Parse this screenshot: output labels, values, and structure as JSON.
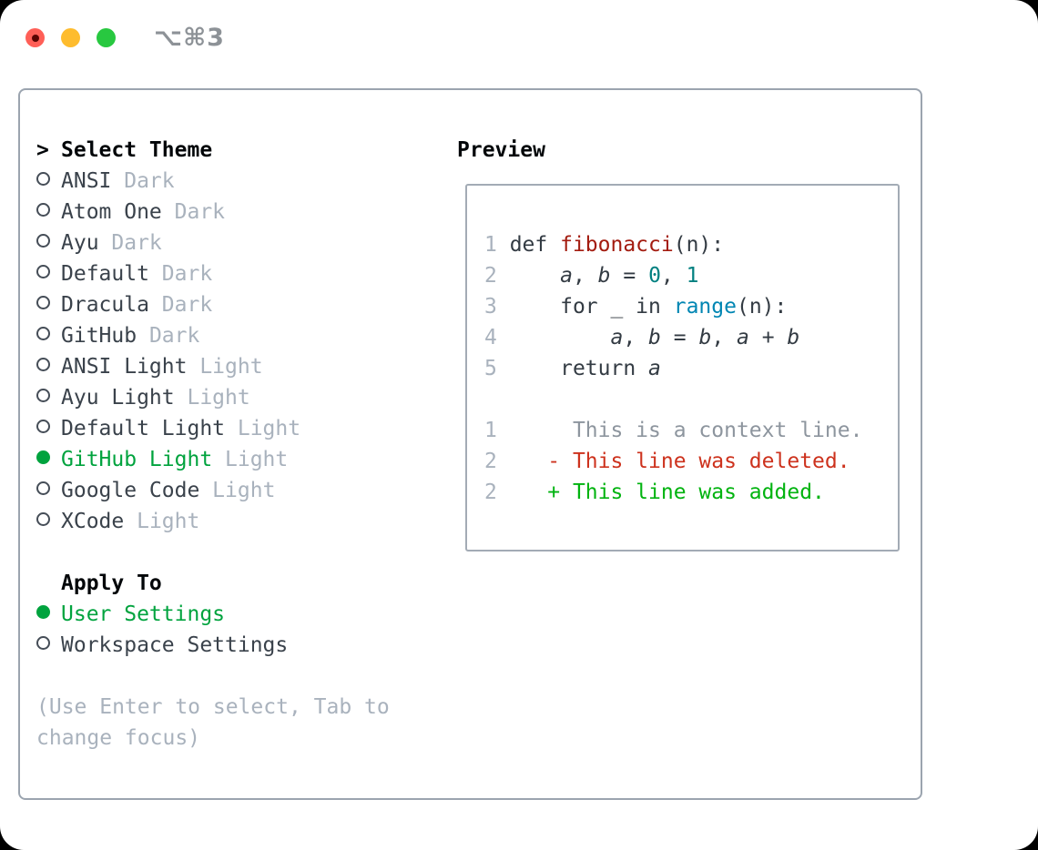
{
  "window": {
    "title": "⌥⌘3"
  },
  "theme_picker": {
    "prompt": ">",
    "header": "Select Theme",
    "items": [
      {
        "name": "ANSI",
        "variant": "Dark",
        "selected": false
      },
      {
        "name": "Atom One",
        "variant": "Dark",
        "selected": false
      },
      {
        "name": "Ayu",
        "variant": "Dark",
        "selected": false
      },
      {
        "name": "Default",
        "variant": "Dark",
        "selected": false
      },
      {
        "name": "Dracula",
        "variant": "Dark",
        "selected": false
      },
      {
        "name": "GitHub",
        "variant": "Dark",
        "selected": false
      },
      {
        "name": "ANSI Light",
        "variant": "Light",
        "selected": false
      },
      {
        "name": "Ayu Light",
        "variant": "Light",
        "selected": false
      },
      {
        "name": "Default Light",
        "variant": "Light",
        "selected": false
      },
      {
        "name": "GitHub Light",
        "variant": "Light",
        "selected": true
      },
      {
        "name": "Google Code",
        "variant": "Light",
        "selected": false
      },
      {
        "name": "XCode",
        "variant": "Light",
        "selected": false
      }
    ]
  },
  "apply_to": {
    "header": "Apply To",
    "options": [
      {
        "label": "User Settings",
        "selected": true
      },
      {
        "label": "Workspace Settings",
        "selected": false
      }
    ]
  },
  "hint_lines": [
    "(Use Enter to select, Tab to",
    "change focus)"
  ],
  "preview": {
    "title": "Preview",
    "lines": [
      {
        "kind": "code",
        "tokens": [
          [
            "ln",
            "1 "
          ],
          [
            "pl",
            "def "
          ],
          [
            "fn",
            "fibonacci"
          ],
          [
            "pl",
            "(n):"
          ]
        ]
      },
      {
        "kind": "code",
        "tokens": [
          [
            "ln",
            "2 "
          ],
          [
            "pl",
            "    "
          ],
          [
            "var",
            "a"
          ],
          [
            "pl",
            ", "
          ],
          [
            "var",
            "b"
          ],
          [
            "pl",
            " = "
          ],
          [
            "num",
            "0"
          ],
          [
            "pl",
            ", "
          ],
          [
            "num",
            "1"
          ]
        ]
      },
      {
        "kind": "code",
        "tokens": [
          [
            "ln",
            "3 "
          ],
          [
            "pl",
            "    for _ in "
          ],
          [
            "bi",
            "range"
          ],
          [
            "pl",
            "(n):"
          ]
        ]
      },
      {
        "kind": "code",
        "tokens": [
          [
            "ln",
            "4 "
          ],
          [
            "pl",
            "        "
          ],
          [
            "var",
            "a"
          ],
          [
            "pl",
            ", "
          ],
          [
            "var",
            "b"
          ],
          [
            "pl",
            " = "
          ],
          [
            "var",
            "b"
          ],
          [
            "pl",
            ", "
          ],
          [
            "var",
            "a"
          ],
          [
            "pl",
            " + "
          ],
          [
            "var",
            "b"
          ]
        ]
      },
      {
        "kind": "code",
        "tokens": [
          [
            "ln",
            "5 "
          ],
          [
            "pl",
            "    return "
          ],
          [
            "var",
            "a"
          ]
        ]
      },
      {
        "kind": "blank",
        "tokens": []
      },
      {
        "kind": "diff-context",
        "tokens": [
          [
            "ln",
            "1 "
          ],
          [
            "ctx",
            "     This is a context line."
          ]
        ]
      },
      {
        "kind": "diff-deleted",
        "tokens": [
          [
            "ln",
            "2 "
          ],
          [
            "del",
            "   - This line was deleted."
          ]
        ]
      },
      {
        "kind": "diff-added",
        "tokens": [
          [
            "ln",
            "2 "
          ],
          [
            "add",
            "   + This line was added."
          ]
        ]
      }
    ]
  },
  "colors": {
    "selection_green": "#00a33e",
    "added_green": "#00b30f",
    "deleted_red": "#cd321d",
    "function_red": "#a31c10",
    "builtin_blue": "#0086b3",
    "number_teal": "#008080",
    "muted_gray": "#a9b2bd",
    "text_dark": "#3a424b",
    "border_gray": "#9ba4af",
    "traffic_red": "#ff5f57",
    "traffic_yellow": "#febc2e",
    "traffic_green": "#28c840"
  }
}
